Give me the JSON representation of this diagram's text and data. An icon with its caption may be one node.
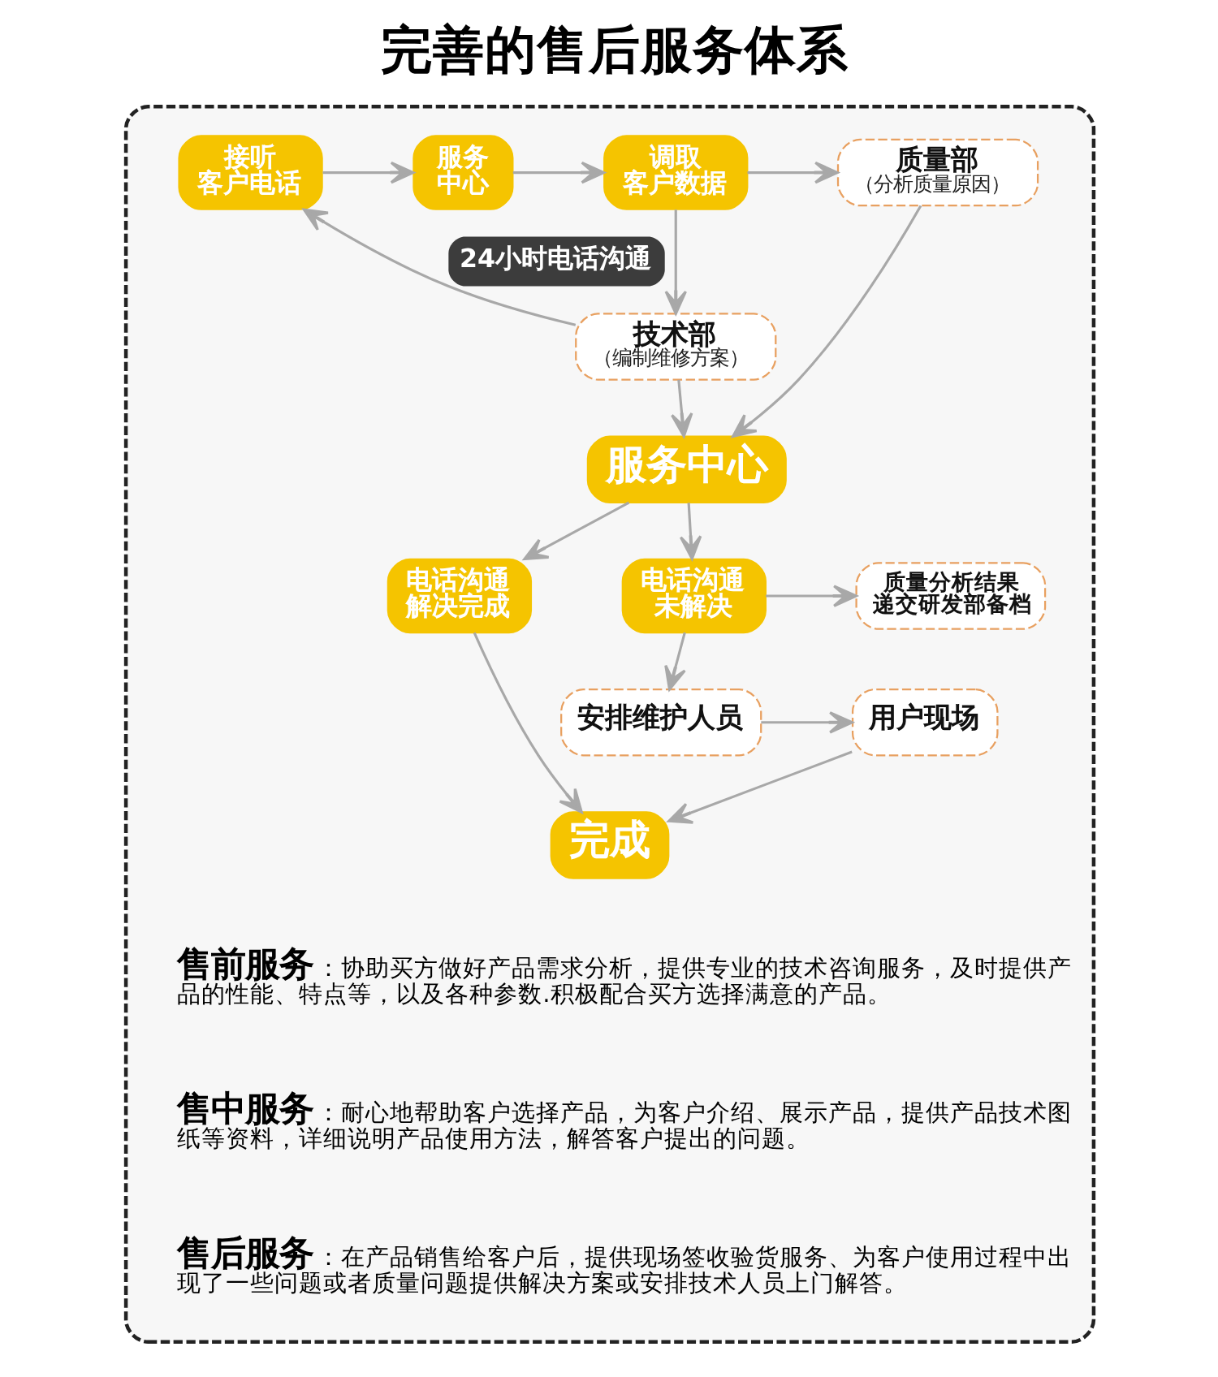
{
  "diagram": {
    "title": "完善的售后服务体系",
    "nodes": [
      {
        "text": [],
        "shape": "box"
      },
      {
        "text": [
          "接听客户电话"
        ],
        "in": 0
      },
      {
        "text": [
          "服务中心"
        ],
        "in": 0
      },
      {
        "text": [
          "调取客户数据"
        ],
        "in": 0
      },
      {
        "text": [
          "质量部",
          "（分析质量原因）"
        ],
        "in": 0
      },
      {
        "text": [
          "技术部",
          "（编制维修方案）"
        ],
        "in": 0
      },
      {
        "text": [
          "服务中心"
        ],
        "in": 0
      },
      {
        "text": [
          "电话沟通解决完成"
        ],
        "in": 0
      },
      {
        "text": [
          "电话沟通未解决"
        ],
        "in": 0
      },
      {
        "text": [
          "质量分析结果递交研发部备档"
        ],
        "in": 0
      },
      {
        "text": [
          "安排维护人员"
        ],
        "in": 0
      },
      {
        "text": [
          "用户现场"
        ],
        "in": 0
      },
      {
        "text": [
          "完成"
        ],
        "in": 0
      }
    ],
    "edges": [
      {
        "from": 1,
        "to": 2,
        "arrow": "to"
      },
      {
        "from": 2,
        "to": 3,
        "arrow": "to"
      },
      {
        "from": 3,
        "to": 4,
        "arrow": "to"
      },
      {
        "from": 3,
        "to": 5,
        "arrow": "to"
      },
      {
        "from": 4,
        "to": 6,
        "arrow": "to"
      },
      {
        "from": 5,
        "to": 6,
        "arrow": "to"
      },
      {
        "from": 5,
        "to": 1,
        "arrow": "to",
        "label": "24小时电话沟通"
      },
      {
        "from": 6,
        "to": 7,
        "arrow": "to"
      },
      {
        "from": 6,
        "to": 8,
        "arrow": "to"
      },
      {
        "from": 8,
        "to": 9,
        "arrow": "to"
      },
      {
        "from": 8,
        "to": 10,
        "arrow": "to"
      },
      {
        "from": 10,
        "to": 11,
        "arrow": "to"
      },
      {
        "from": 11,
        "to": 12,
        "arrow": "to"
      },
      {
        "from": 7,
        "to": 12,
        "arrow": "to"
      }
    ],
    "labels": [
      "**售前服务**：协助买方做好产品需求分析，提供专业的技术咨询服务，及时提供产品的性能、特点等，以及各种参数.积极配合买方选择满意的产品。",
      "**售中服务**：耐心地帮助客户选择产品，为客户介绍、展示产品，提供产品技术图纸等资料，详细说明产品使用方法，解答客户提出的问题。",
      "**售后服务**：在产品销售给客户后，提供现场签收验货服务、为客户使用过程中出现了一些问题或者质量问题提供解决方案或安排技术人员上门解答。"
    ]
  }
}
